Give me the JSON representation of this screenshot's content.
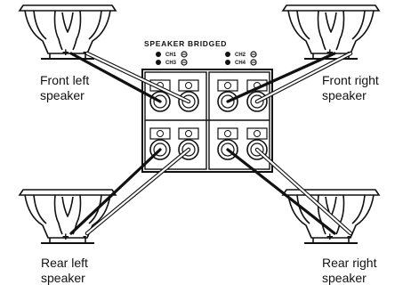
{
  "terminal_header": "SPEAKER BRIDGED",
  "channels": {
    "left": [
      "CH1",
      "CH3"
    ],
    "right": [
      "CH2",
      "CH4"
    ]
  },
  "polarity": {
    "positive": "+",
    "negative": "-"
  },
  "speakers": {
    "front_left": {
      "line1": "Front left",
      "line2": "speaker"
    },
    "front_right": {
      "line1": "Front right",
      "line2": "speaker"
    },
    "rear_left": {
      "line1": "Rear left",
      "line2": "speaker"
    },
    "rear_right": {
      "line1": "Rear right",
      "line2": "speaker"
    }
  },
  "colors": {
    "line": "#111111",
    "positive_wire": "#111111",
    "negative_wire": "#ffffff",
    "speaker_fill": "#ffffff"
  }
}
